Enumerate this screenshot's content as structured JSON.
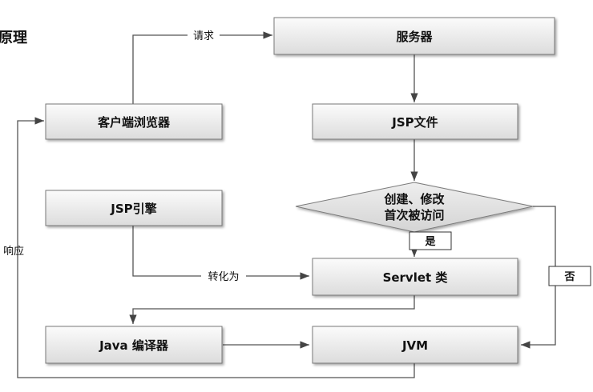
{
  "title_fragment": "原理",
  "nodes": {
    "server": "服务器",
    "browser": "客户端浏览器",
    "jsp_file": "JSP文件",
    "decision_line1": "创建、修改",
    "decision_line2": "首次被访问",
    "jsp_engine": "JSP引擎",
    "servlet": "Servlet 类",
    "java_compiler": "Java 编译器",
    "jvm": "JVM"
  },
  "edges": {
    "request": "请求",
    "convert": "转化为",
    "response": "响应",
    "yes": "是",
    "no": "否"
  }
}
